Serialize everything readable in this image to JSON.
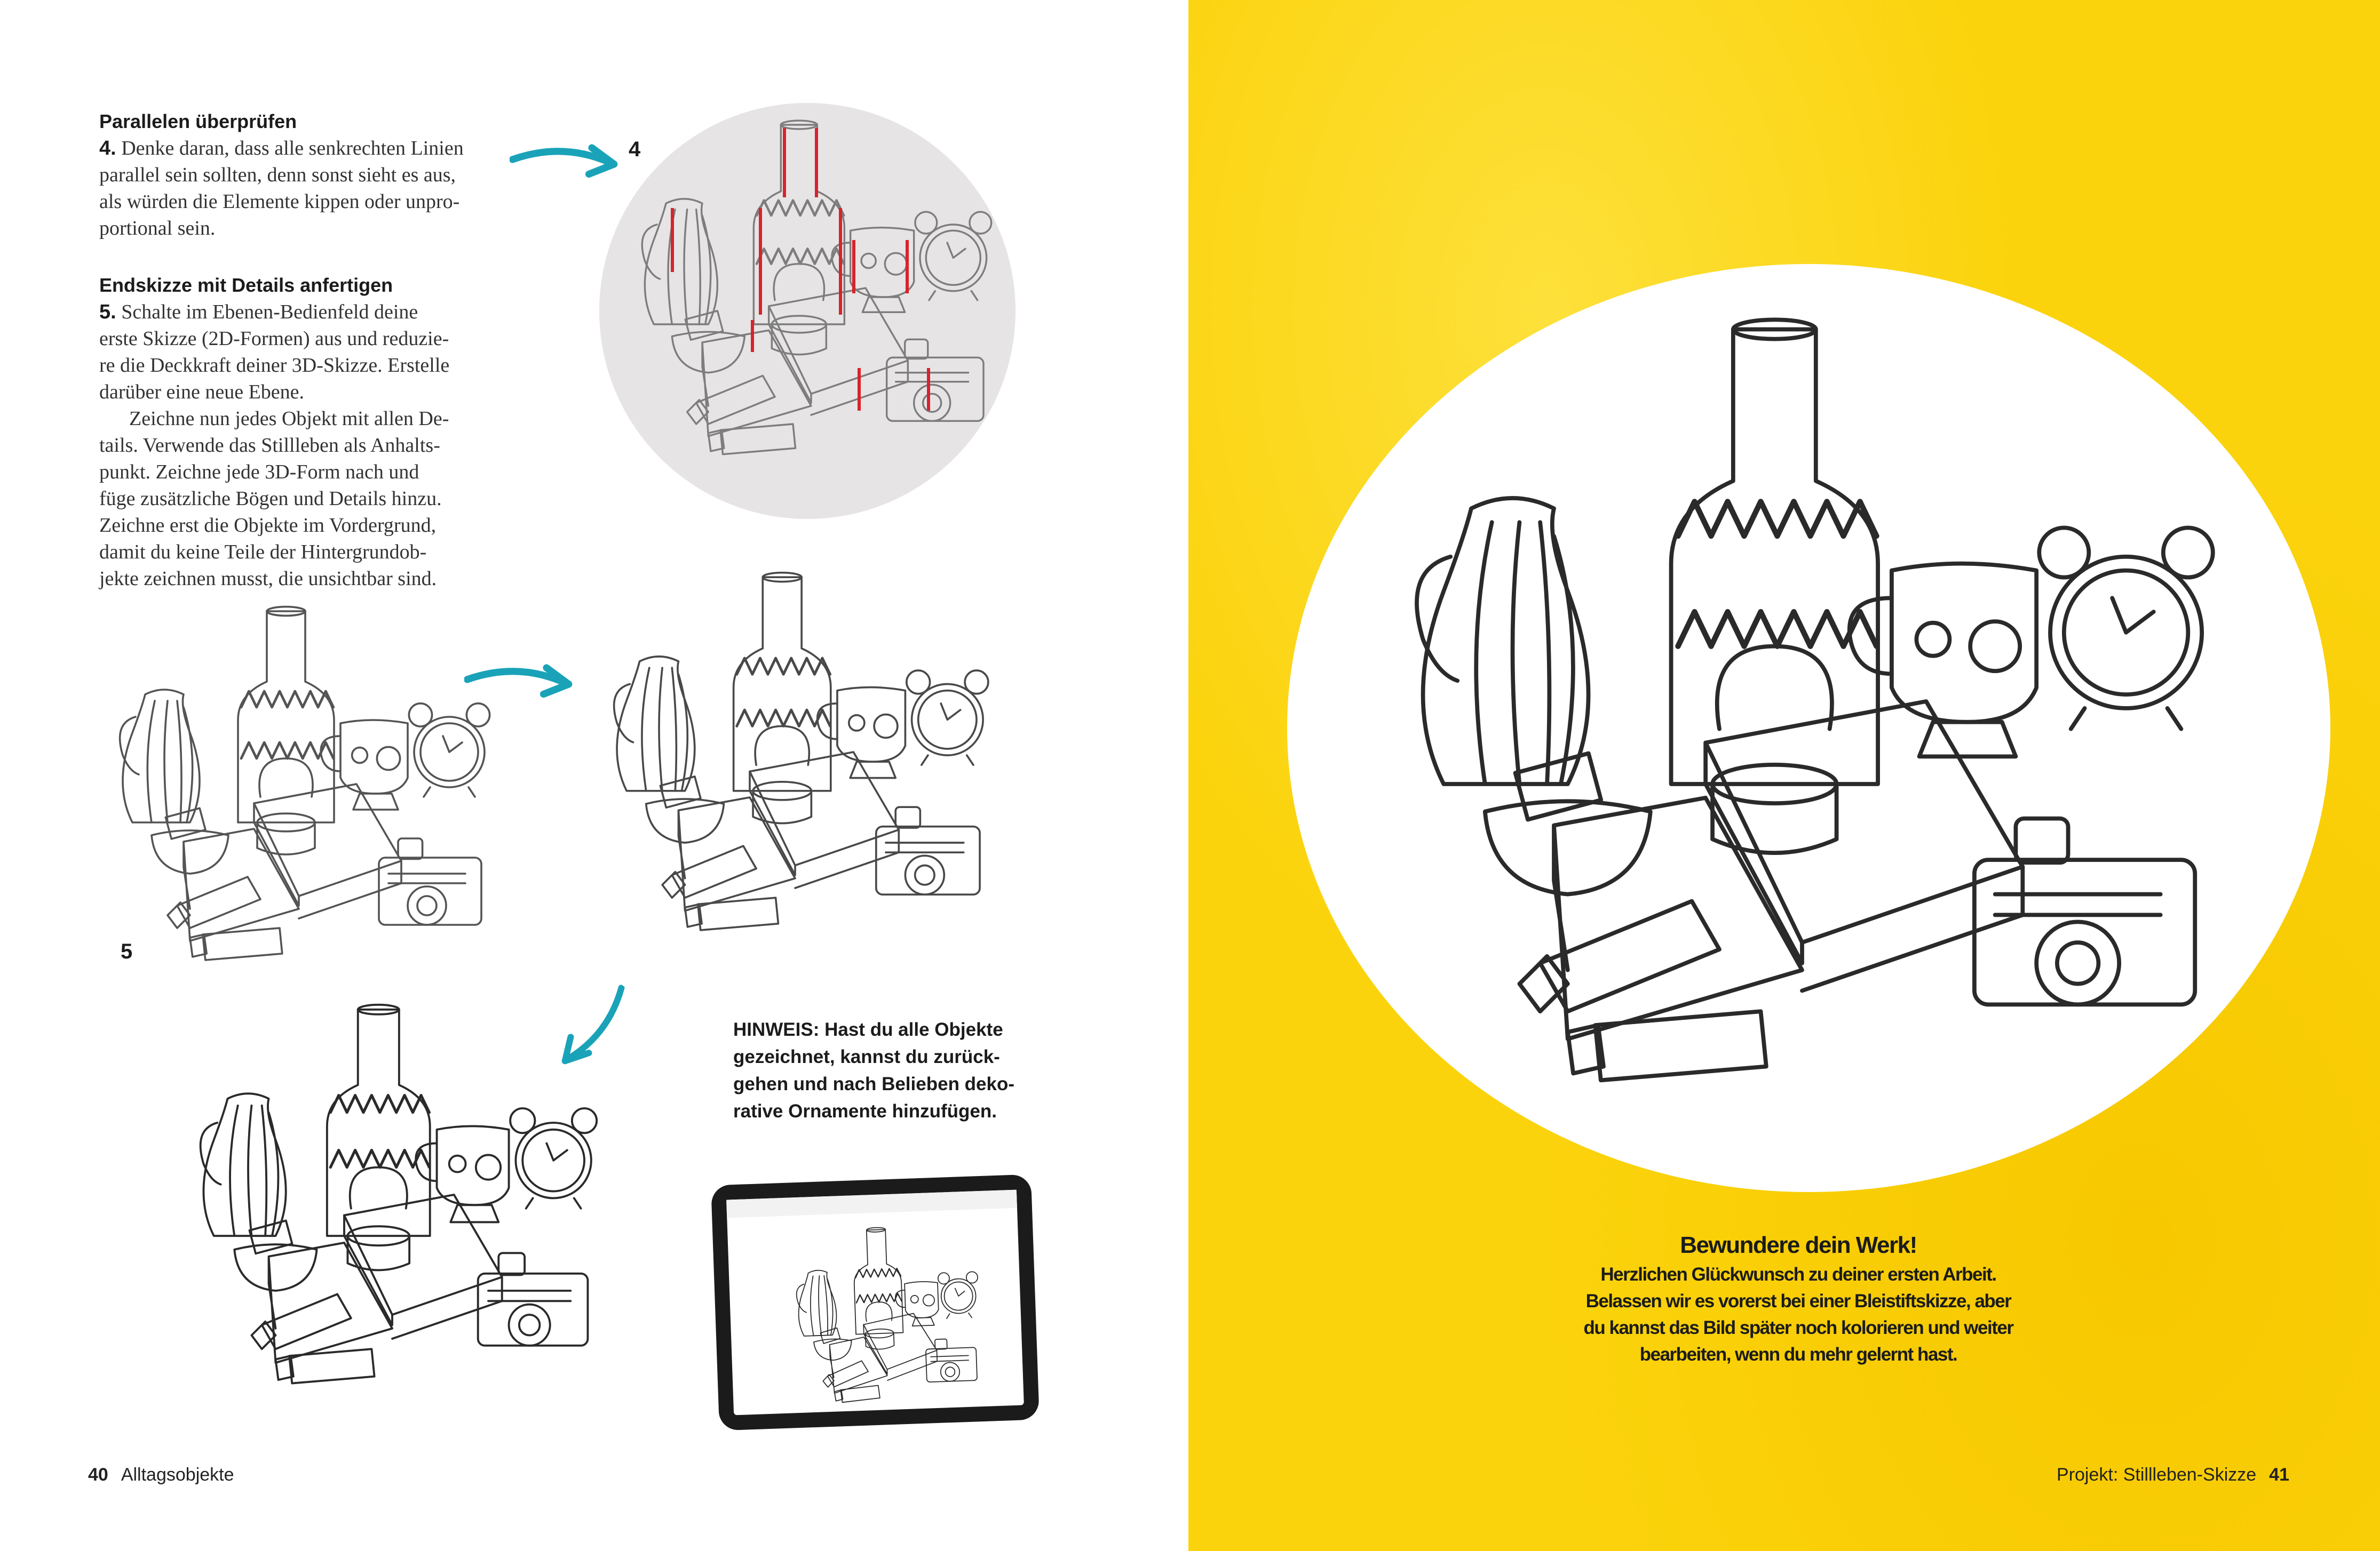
{
  "left_page": {
    "section1": {
      "heading": "Parallelen überprüfen",
      "step_number": "4.",
      "lines": [
        "Denke daran, dass alle senkrechten Linien",
        "parallel sein sollten, denn sonst sieht es aus,",
        "als würden die Elemente kippen oder unpro-",
        "portional sein."
      ]
    },
    "section2": {
      "heading": "Endskizze mit Details anfertigen",
      "step_number": "5.",
      "lines": [
        "Schalte im Ebenen-Bedienfeld deine",
        "erste Skizze (2D-Formen) aus und reduzie-",
        "re die Deckkraft deiner 3D-Skizze. Erstelle",
        "darüber eine neue Ebene."
      ],
      "lines2": [
        "Zeichne nun jedes Objekt mit allen De-",
        "tails. Verwende das Stillleben als Anhalts-",
        "punkt. Zeichne jede 3D-Form nach und",
        "füge zusätzliche Bögen und Details hinzu.",
        "Zeichne erst die Objekte im Vordergrund,",
        "damit du keine Teile der Hintergrundob-",
        "jekte zeichnen musst, die unsichtbar sind."
      ]
    },
    "figure_labels": {
      "step4": "4",
      "step5": "5"
    },
    "hint": [
      "HINWEIS: Hast du alle Objekte",
      "gezeichnet, kannst du zurück-",
      "gehen und nach Belieben deko-",
      "rative Ornamente hinzufügen."
    ],
    "footer": {
      "page_number": "40",
      "section": "Alltagsobjekte"
    }
  },
  "right_page": {
    "caption_title": "Bewundere dein Werk!",
    "caption_lines": [
      "Herzlichen Glückwunsch zu deiner ersten Arbeit.",
      "Belassen wir es vorerst bei einer Bleistiftskizze, aber",
      "du kannst das Bild später noch kolorieren und weiter",
      "bearbeiten, wenn du mehr gelernt hast."
    ],
    "footer": {
      "section": "Projekt: Stillleben-Skizze",
      "page_number": "41"
    }
  },
  "colors": {
    "accent_arrow": "#1aa3b8",
    "guide_red": "#d8232a",
    "page_yellow": "#fbd30c",
    "circle_gray": "#e6e4e5"
  }
}
